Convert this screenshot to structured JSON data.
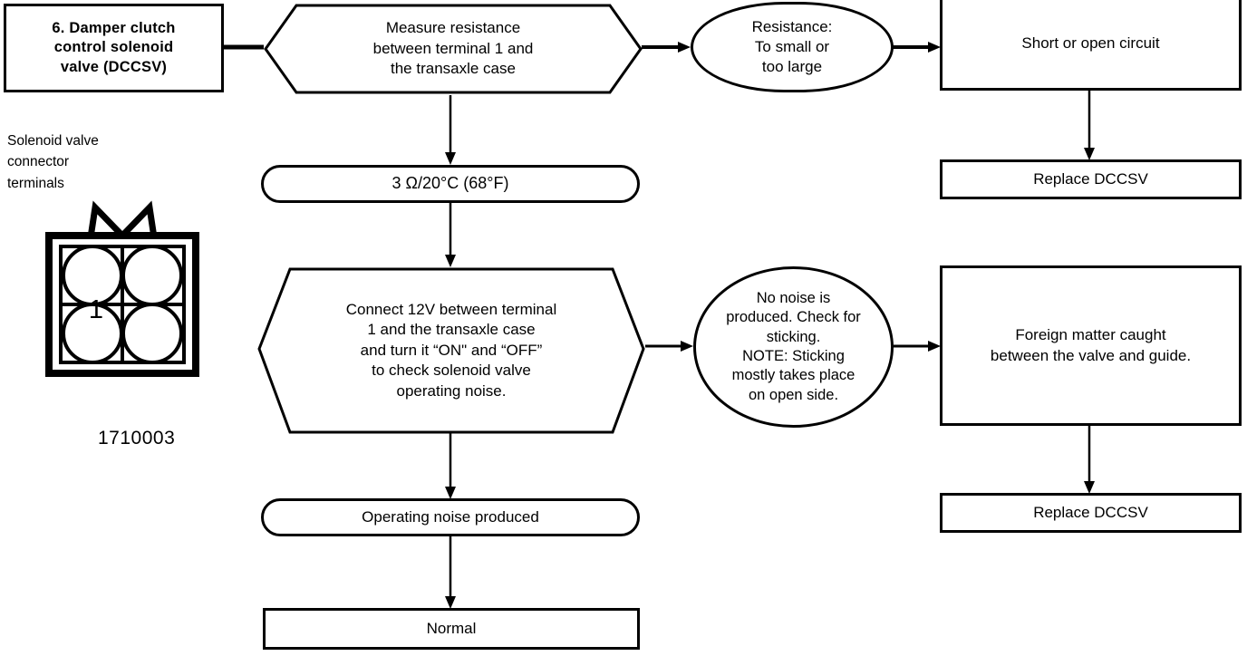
{
  "diagram": {
    "title_box": {
      "label": "6. Damper clutch\ncontrol solenoid\nvalve (DCCSV)"
    },
    "caption": {
      "text": "Solenoid valve\nconnector\nterminals"
    },
    "connector_illustration": {
      "pin_label": "1",
      "part_number": "1710003",
      "pin_count": 4
    },
    "nodes": [
      {
        "id": "measure-resistance",
        "shape": "hexagon",
        "label": "Measure  resistance\nbetween  terminal  1  and\nthe  transaxle  case"
      },
      {
        "id": "resistance-fault",
        "shape": "oval",
        "label": "Resistance:\nTo small or\ntoo large"
      },
      {
        "id": "short-or-open-circuit",
        "shape": "rect",
        "label": "Short or open circuit"
      },
      {
        "id": "replace-dccsv-top",
        "shape": "rect",
        "label": "Replace DCCSV"
      },
      {
        "id": "resistance-spec",
        "shape": "stadium",
        "label": "3 Ω/20°C (68°F)"
      },
      {
        "id": "connect-12v",
        "shape": "hexagon",
        "label": "Connect 12V between  terminal\n1  and  the  transaxle  case\nand  turn it  “ON\"  and  “OFF”\nto  check  solenoid  valve\noperating  noise."
      },
      {
        "id": "no-noise-sticking",
        "shape": "oval",
        "label": "No noise is\nproduced. Check for\nsticking.\nNOTE: Sticking\nmostly takes place\non open side."
      },
      {
        "id": "foreign-matter",
        "shape": "rect",
        "label": "Foreign matter caught\nbetween the valve and guide."
      },
      {
        "id": "replace-dccsv-bottom",
        "shape": "rect",
        "label": "Replace DCCSV"
      },
      {
        "id": "operating-noise-produced",
        "shape": "stadium",
        "label": "Operating noise produced"
      },
      {
        "id": "normal",
        "shape": "rect",
        "label": "Normal"
      }
    ],
    "colors": {
      "stroke": "#000000",
      "background": "#ffffff",
      "text": "#000000"
    }
  }
}
